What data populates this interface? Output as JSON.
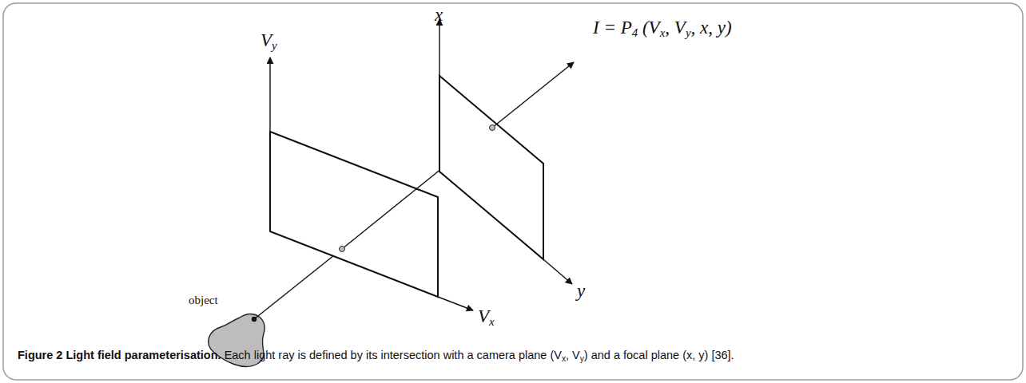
{
  "diagram": {
    "caption": "Figure 2 Light field parameterisation. Each light ray is defined by its intersection with a camera plane (Vx, Vy) and a focal plane (x, y) [36].",
    "nodes": [
      {
        "text": [
          "object"
        ]
      }
    ],
    "labels": [
      "I = P4 (Vx, Vy, x, y)",
      "Vy",
      "x",
      "Vx",
      "y"
    ]
  }
}
